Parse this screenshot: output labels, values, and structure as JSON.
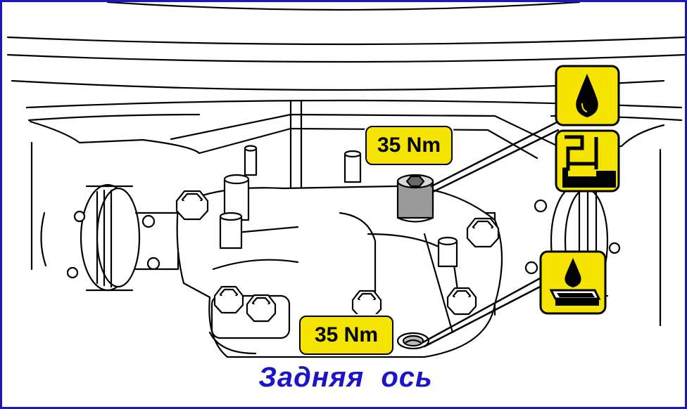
{
  "diagram": {
    "torque_labels": [
      "35 Nm",
      "35 Nm"
    ],
    "caption": "Задняя  ось",
    "icons": [
      "oil-drop-icon",
      "fill-level-icon",
      "drain-oil-icon"
    ],
    "colors": {
      "frame_border": "#1b14c8",
      "caption_text": "#1b14c8",
      "label_fill": "#f4e400",
      "line_art": "#000000"
    }
  }
}
